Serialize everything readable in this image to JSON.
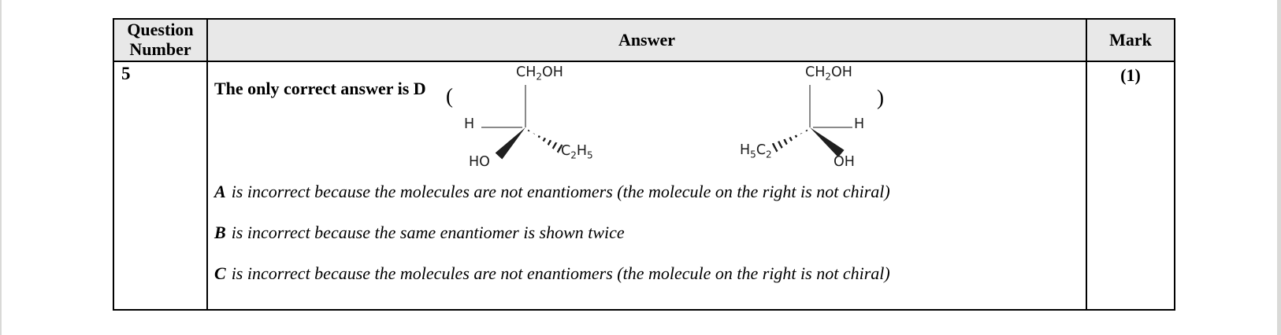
{
  "table": {
    "headers": {
      "question": "Question Number",
      "answer": "Answer",
      "mark": "Mark"
    },
    "row": {
      "question_number": "5",
      "mark": "(1)",
      "answer": {
        "intro": "The only correct answer is D",
        "open_paren": "(",
        "close_paren": ")",
        "options": [
          {
            "letter": "A",
            "text": "is incorrect because the molecules are not enantiomers (the molecule on the right is not chiral)"
          },
          {
            "letter": "B",
            "text": "is incorrect because the same enantiomer is shown twice"
          },
          {
            "letter": "C",
            "text": "is incorrect because the molecules are not enantiomers (the molecule on the right is not chiral)"
          }
        ]
      }
    }
  },
  "molecules": {
    "left": {
      "top": {
        "t1": "CH",
        "s1": "2",
        "t2": "OH"
      },
      "left_atom": "H",
      "wedge_atom": "HO",
      "hash": {
        "t1": "C",
        "s1": "2",
        "t2": "H",
        "s2": "5"
      }
    },
    "right": {
      "top": {
        "t1": "CH",
        "s1": "2",
        "t2": "OH"
      },
      "right_atom": "H",
      "wedge_atom": "OH",
      "hash": {
        "t1": "H",
        "s1": "5",
        "t2": "C",
        "s2": "2"
      }
    }
  },
  "colors": {
    "table_border": "#000000",
    "header_bg": "#e8e8e8",
    "plain_bond": "#8a8a8a",
    "wedge_bond": "#1f1f1f",
    "page_edge": "#d9d9d7",
    "text": "#000000"
  }
}
